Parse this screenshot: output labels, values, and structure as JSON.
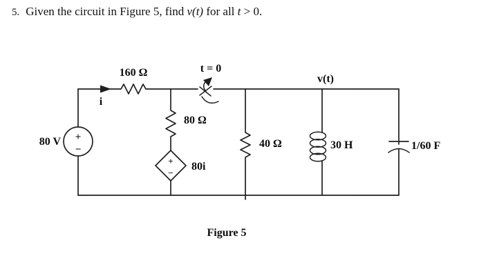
{
  "problem": {
    "number": "5.",
    "text_before": "Given the circuit in Figure 5, find ",
    "voltage_expr": "v(t)",
    "text_middle": " for all ",
    "time_var": "t",
    "text_after": " > 0."
  },
  "circuit": {
    "voltage_source": {
      "label": "80 V",
      "plus": "+",
      "minus": "−"
    },
    "current_arrow": {
      "label": "i"
    },
    "series_resistor": {
      "label": "160 Ω"
    },
    "switch": {
      "label": "t = 0"
    },
    "shunt_resistor_80": {
      "label": "80 Ω"
    },
    "dependent_source": {
      "label": "80i",
      "plus": "+",
      "minus": "−"
    },
    "shunt_resistor_40": {
      "label": "40 Ω"
    },
    "inductor": {
      "label": "30 H"
    },
    "capacitor": {
      "label": "1/60 F"
    },
    "node_voltage": {
      "label": "v(t)"
    }
  },
  "caption": "Figure 5",
  "colors": {
    "ink": "#1f1f1f",
    "paper": "#ffffff"
  }
}
